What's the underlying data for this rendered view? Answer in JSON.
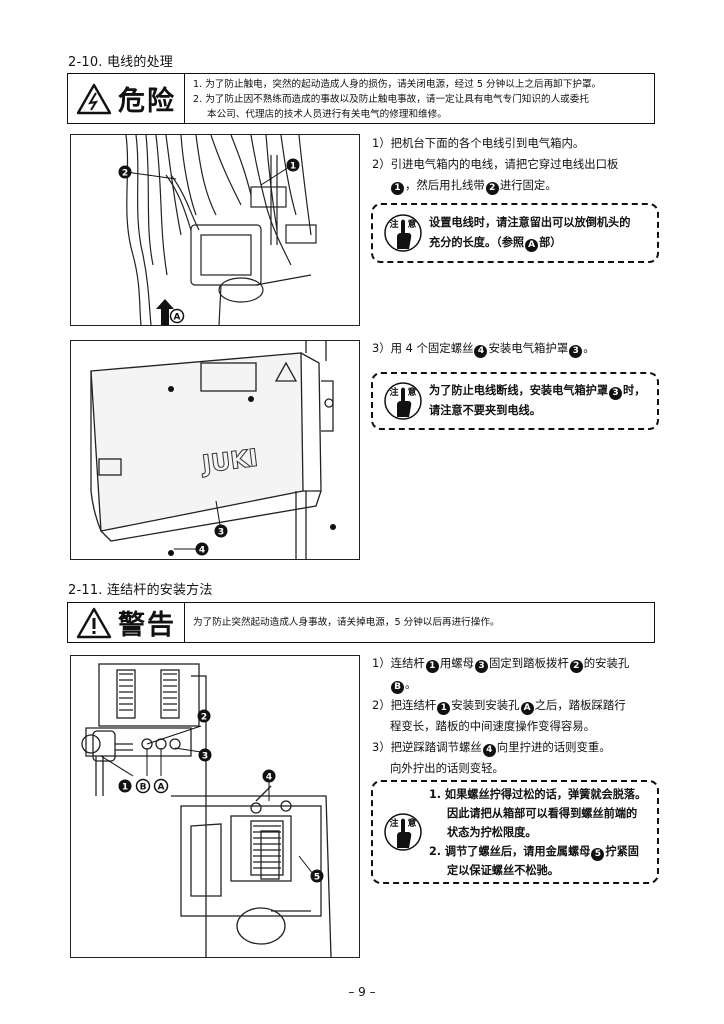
{
  "section1": {
    "title": "2-10. 电线的处理",
    "danger_label": "危险",
    "danger_line1": "1. 为了防止触电，突然的起动造成人身的损伤，请关闭电源，经过 5 分钟以上之后再卸下护罩。",
    "danger_line2": "2. 为了防止因不熟练而造成的事故以及防止触电事故，请一定让具有电气专门知识的人或委托",
    "danger_line3": "本公司、代理店的技术人员进行有关电气的修理和维修。",
    "step1": "1）把机台下面的各个电线引到电气箱内。",
    "step2_a": "2）引进电气箱内的电线，请把它穿过电线出口板",
    "step2_b": "，然后用扎线带",
    "step2_c": "进行固定。",
    "caution1_label": "注意",
    "caution1_line1": "设置电线时，请注意留出可以放倒机头的",
    "caution1_line2": "充分的长度。（参照",
    "caution1_line2b": "部）",
    "step3_a": "3）用 4 个固定螺丝",
    "step3_b": "安装电气箱护罩",
    "step3_c": "。",
    "caution2_label": "注意",
    "caution2_line1a": "为了防止电线断线，安装电气箱护罩",
    "caution2_line1b": "时，",
    "caution2_line2": "请注意不要夹到电线。",
    "fig1_labels": [
      "❶",
      "❷",
      "Ⓐ"
    ],
    "fig2_brand": "JUKI",
    "fig2_labels": [
      "❸",
      "❹"
    ]
  },
  "section2": {
    "title": "2-11. 连结杆的安装方法",
    "warning_label": "警告",
    "warning_text": "为了防止突然起动造成人身事故，请关掉电源，5 分钟以后再进行操作。",
    "step1_a": "1）连结杆",
    "step1_b": "用螺母",
    "step1_c": "固定到踏板拨杆",
    "step1_d": "的安装孔",
    "step1_e": "。",
    "step2_a": "2）把连结杆",
    "step2_b": "安装到安装孔",
    "step2_c": "之后，踏板踩踏行",
    "step2_d": "程变长，踏板的中间速度操作变得容易。",
    "step3_a": "3）把逆踩踏调节螺丝",
    "step3_b": "向里拧进的话则变重。",
    "step3_c": "向外拧出的话则变轻。",
    "caution_label": "注意",
    "caution_l1": "1.  如果螺丝拧得过松的话，弹簧就会脱落。",
    "caution_l2": "因此请把从箱部可以看得到螺丝前端的",
    "caution_l3": "状态为拧松限度。",
    "caution_l4a": "2.  调节了螺丝后，请用金属螺母",
    "caution_l4b": "拧紧固",
    "caution_l5": "定以保证螺丝不松驰。",
    "fig3_labels": [
      "❶",
      "Ⓑ",
      "Ⓐ",
      "❷",
      "❸",
      "❹",
      "❺"
    ]
  },
  "markers": {
    "m1": "1",
    "m2": "2",
    "m3": "3",
    "m4": "4",
    "m5": "5",
    "mA": "A",
    "mB": "B"
  },
  "page_number": "– 9 –"
}
